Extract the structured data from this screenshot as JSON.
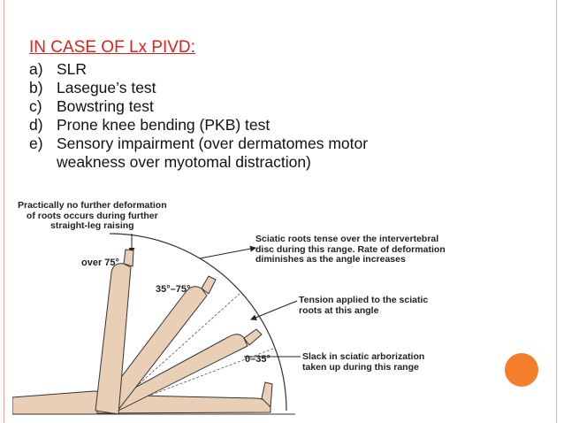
{
  "slide": {
    "title": "IN CASE OF Lx PIVD:",
    "items": [
      {
        "marker": "a)",
        "text": "SLR"
      },
      {
        "marker": "b)",
        "text": "Lasegue’s test"
      },
      {
        "marker": "c)",
        "text": "Bowstring test"
      },
      {
        "marker": "d)",
        "text": "Prone knee bending (PKB) test"
      },
      {
        "marker": "e)",
        "text": "Sensory impairment (over dermatomes motor weakness over myotomal distraction)"
      }
    ],
    "item5_line1": "Sensory impairment (over dermatomes motor",
    "item5_line2": "weakness over myotomal distraction)"
  },
  "diagram": {
    "top_note": [
      "Practically no further deformation",
      "of roots occurs during further",
      "straight-leg raising"
    ],
    "angle_over75": "over 75°",
    "angle_35_75": "35°–75°",
    "angle_0_35": "0–35°",
    "note_tense": [
      "Sciatic roots tense over the intervertebral",
      "disc during this range. Rate of deformation",
      "diminishes as the angle increases"
    ],
    "note_tension": [
      "Tension applied to the sciatic",
      "roots at this angle"
    ],
    "note_slack": [
      "Slack in sciatic arborization",
      "taken up during this range"
    ]
  },
  "theme": {
    "title_color": "#e2211b",
    "accent_dot": "#f57e2b",
    "border": "#e9a39a",
    "leg_fill": "#e9cfb6"
  }
}
